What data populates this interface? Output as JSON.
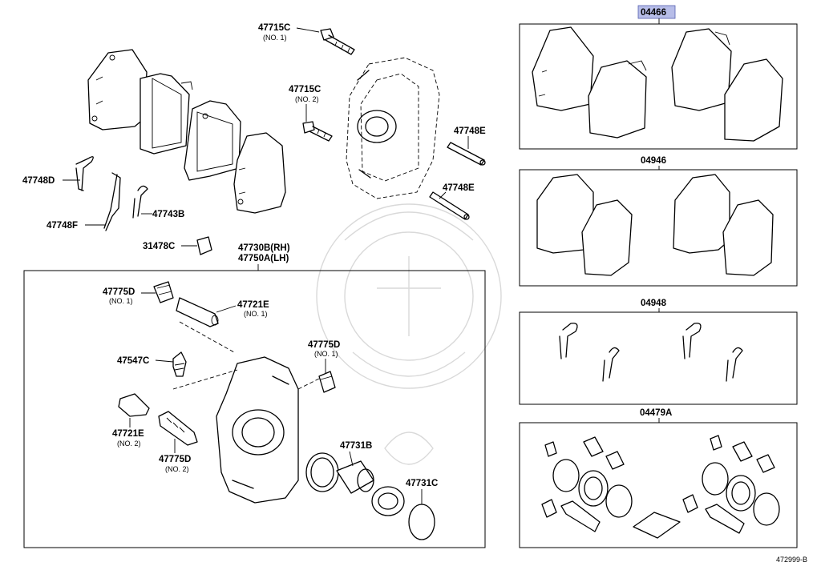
{
  "diagram_code": "472999-B",
  "highlighted_part": "04466",
  "highlight_color": "#b7bde8",
  "labels": {
    "p47715C": "47715C",
    "p47715C_no1": "(NO. 1)",
    "p47715C2": "47715C",
    "p47715C2_no2": "(NO. 2)",
    "p47748E_a": "47748E",
    "p47748E_b": "47748E",
    "p47748D": "47748D",
    "p47748F": "47748F",
    "p47743B": "47743B",
    "p31478C": "31478C",
    "p47730B": "47730B(RH)",
    "p47750A": "47750A(LH)",
    "p47775D_a": "47775D",
    "p47775D_a_no": "(NO. 1)",
    "p47721E_a": "47721E",
    "p47721E_a_no": "(NO. 1)",
    "p47547C": "47547C",
    "p47775D_b": "47775D",
    "p47775D_b_no": "(NO. 1)",
    "p47721E_b": "47721E",
    "p47721E_b_no": "(NO. 2)",
    "p47775D_c": "47775D",
    "p47775D_c_no": "(NO. 2)",
    "p47731B": "47731B",
    "p47731C": "47731C",
    "k04466": "04466",
    "k04946": "04946",
    "k04948": "04948",
    "k04479A": "04479A"
  }
}
